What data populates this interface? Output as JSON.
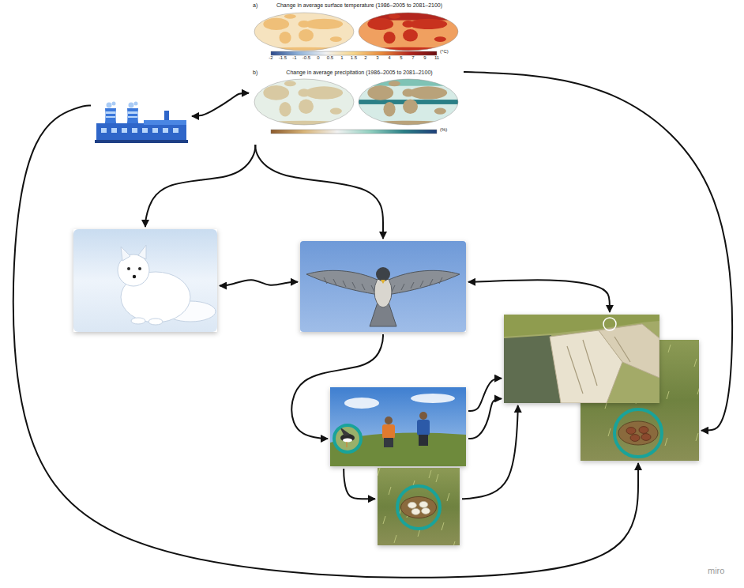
{
  "diagram": {
    "nodes": [
      {
        "text": []
      },
      {
        "text": [
          "a)",
          "Change in average surface temperature (1986–2005 to 2081–2100)",
          "b)",
          "Change in average precipitation (1986–2005 to 2081–2100)"
        ]
      },
      {
        "text": []
      },
      {
        "text": []
      },
      {
        "text": []
      },
      {
        "text": []
      },
      {
        "text": []
      },
      {
        "text": []
      }
    ],
    "edges": [
      {
        "from": 0,
        "to": 1,
        "arrow": "both"
      },
      {
        "from": 1,
        "to": 2,
        "arrow": "to"
      },
      {
        "from": 1,
        "to": 3,
        "arrow": "to"
      },
      {
        "from": 1,
        "to": 5,
        "arrow": "to"
      },
      {
        "from": 0,
        "to": 5,
        "arrow": "to"
      },
      {
        "from": 2,
        "to": 3,
        "arrow": "both"
      },
      {
        "from": 3,
        "to": 4,
        "arrow": "both"
      },
      {
        "from": 3,
        "to": 6,
        "arrow": "to"
      },
      {
        "from": 6,
        "to": 7,
        "arrow": "to"
      },
      {
        "from": 6,
        "to": 4,
        "arrow": "to"
      },
      {
        "from": 6,
        "to": 4,
        "arrow": "to"
      },
      {
        "from": 7,
        "to": 4,
        "arrow": "to"
      }
    ],
    "labels": [
      "-2",
      "-1.5",
      "-1",
      "-0.5",
      "0",
      "0.5",
      "1",
      "1.5",
      "2",
      "3",
      "4",
      "5",
      "7",
      "9",
      "11",
      "(°C)",
      "(%)",
      "miro"
    ]
  }
}
